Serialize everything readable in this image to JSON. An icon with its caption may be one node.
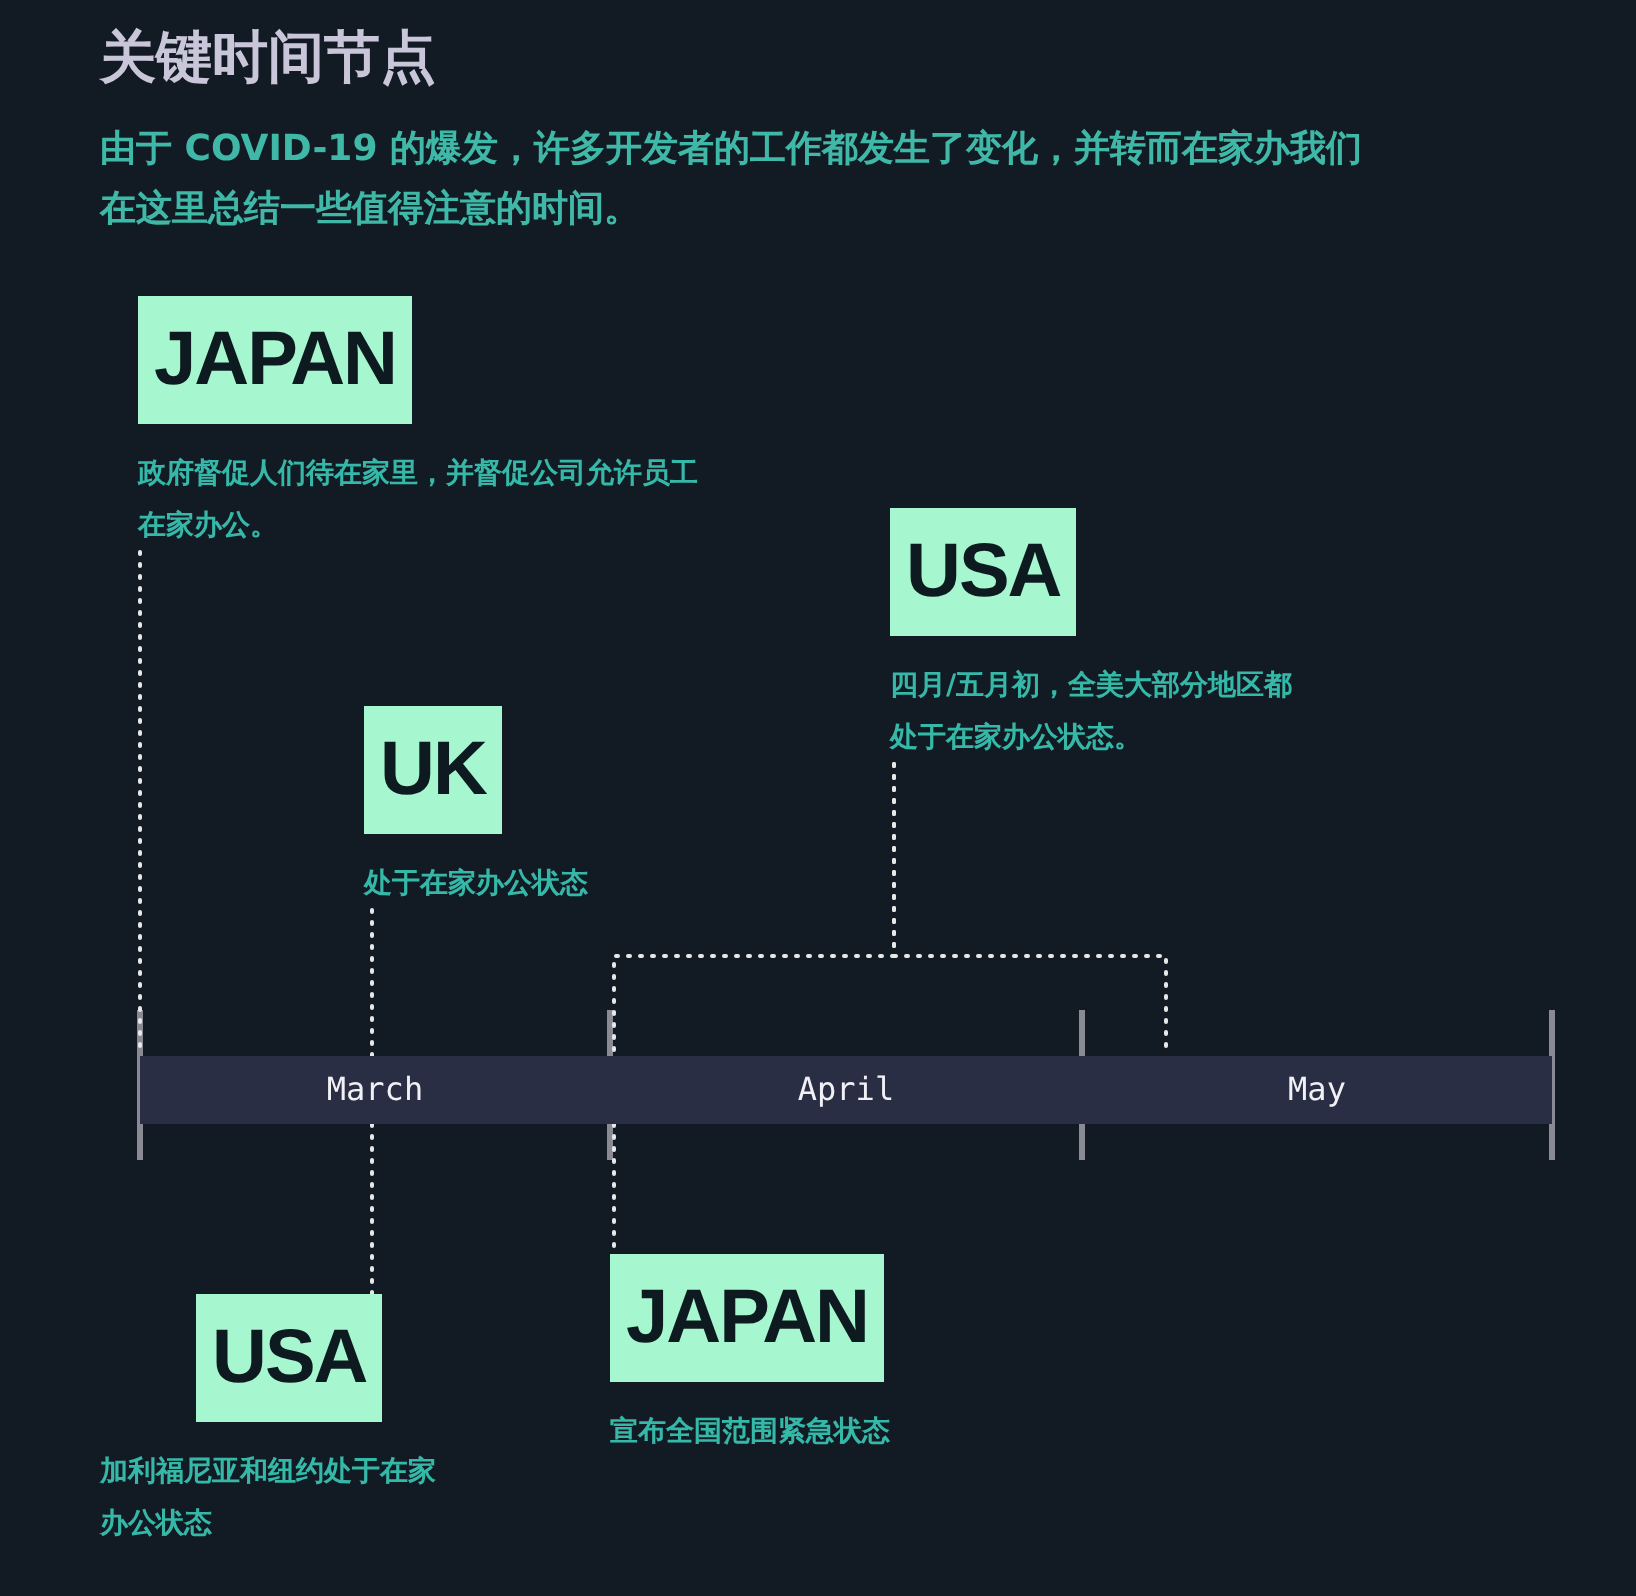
{
  "diagram": {
    "title": "关键时间节点",
    "caption": "由于 COVID-19 的爆发，许多开发者的工作都发生了变化，并转而在家办我们在这里总结一些值得注意的时间。",
    "nodes": [
      {
        "text": [
          "JAPAN"
        ],
        "beside": [
          "政府督促人们待在家里，并督促公司允许员工在家办公。"
        ]
      },
      {
        "text": [
          "USA"
        ],
        "beside": [
          "四月/五月初，全美大部分地区都处于在家办公状态。"
        ]
      },
      {
        "text": [
          "UK"
        ],
        "beside": [
          "处于在家办公状态"
        ]
      },
      {
        "text": [
          "March"
        ]
      },
      {
        "text": [
          "April"
        ]
      },
      {
        "text": [
          "May"
        ]
      },
      {
        "text": [
          "USA"
        ],
        "beside": [
          "加利福尼亚和纽约处于在家办公状态"
        ]
      },
      {
        "text": [
          "JAPAN"
        ],
        "beside": [
          "宣布全国范围紧急状态"
        ]
      }
    ],
    "edges": [
      {
        "from": 0,
        "to": 3,
        "arrow": "none"
      },
      {
        "from": 2,
        "to": 3,
        "arrow": "none"
      },
      {
        "from": 1,
        "to": 4,
        "arrow": "none"
      },
      {
        "from": 1,
        "to": 5,
        "arrow": "none"
      },
      {
        "from": 3,
        "to": 6,
        "arrow": "none"
      },
      {
        "from": 4,
        "to": 7,
        "arrow": "none"
      }
    ]
  }
}
